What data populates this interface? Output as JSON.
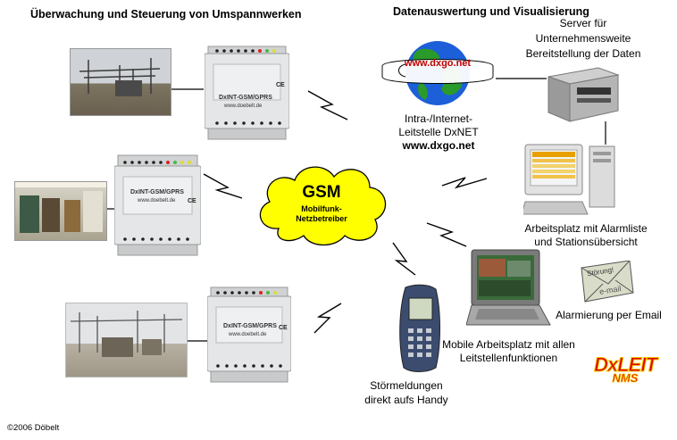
{
  "headers": {
    "left": "Überwachung und Steuerung von Umspannwerken",
    "right": "Datenauswertung und Visualisierung"
  },
  "modules": [
    {
      "title": "DxINT-GSM/GPRS",
      "url": "www.doebelt.de",
      "ce": "CE"
    },
    {
      "title": "DxINT-GSM/GPRS",
      "url": "www.doebelt.de",
      "ce": "CE"
    },
    {
      "title": "DxINT-GSM/GPRS",
      "url": "www.doebelt.de",
      "ce": "CE"
    }
  ],
  "cloud": {
    "title": "GSM",
    "line1": "Mobilfunk-",
    "line2": "Netzbetreiber"
  },
  "globe": {
    "url": "www.dxgo.net"
  },
  "labels": {
    "server_l1": "Server für",
    "server_l2": "Unternehmensweite",
    "server_l3": "Bereitstellung der Daten",
    "leit_l1": "Intra-/Internet-",
    "leit_l2": "Leitstelle DxNET",
    "leit_l3": "www.dxgo.net",
    "arbeit_l1": "Arbeitsplatz mit Alarmliste",
    "arbeit_l2": "und Stationsübersicht",
    "email": "Alarmierung per Email",
    "mobile_l1": "Mobile Arbeitsplatz mit allen",
    "mobile_l2": "Leitstellenfunktionen",
    "handy_l1": "Störmeldungen",
    "handy_l2": "direkt aufs Handy"
  },
  "envelope": {
    "line1": "Störung!",
    "line2": "e-mail"
  },
  "logo": {
    "l1": "DxLEIT",
    "l2": "NMS"
  },
  "copyright": "©2006 Döbelt",
  "colors": {
    "cloud": "#ffff00",
    "logo_red": "#e00000",
    "globe_green": "#2a9a2a",
    "globe_blue": "#1c5fd8"
  }
}
